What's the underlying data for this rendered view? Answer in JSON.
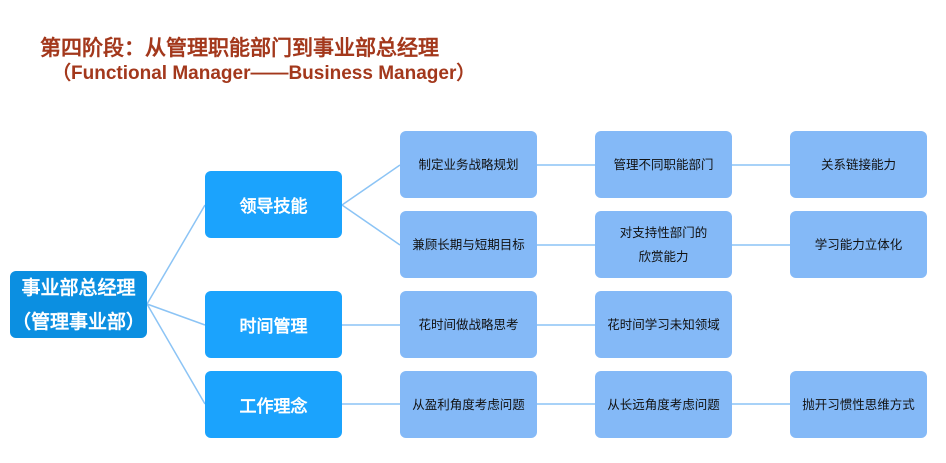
{
  "title": {
    "line1": "第四阶段：从管理职能部门到事业部总经理",
    "line2": "（Functional Manager——Business Manager）"
  },
  "root": {
    "line1": "事业部总经理",
    "line2": "（管理事业部）"
  },
  "branches": [
    {
      "label": "领导技能",
      "rows": [
        [
          "制定业务战略规划",
          "管理不同职能部门",
          "关系链接能力"
        ],
        [
          "兼顾长期与短期目标",
          "对支持性部门的\n欣赏能力",
          "学习能力立体化"
        ]
      ]
    },
    {
      "label": "时间管理",
      "rows": [
        [
          "花时间做战略思考",
          "花时间学习未知领域"
        ]
      ]
    },
    {
      "label": "工作理念",
      "rows": [
        [
          "从盈利角度考虑问题",
          "从长远角度考虑问题",
          "抛开习惯性思维方式"
        ]
      ]
    }
  ],
  "colors": {
    "title": "#a3381c",
    "root": "#0b8fe1",
    "level1": "#1ba3fd",
    "level2": "#84b9f7",
    "connector": "#8cc4f5"
  }
}
